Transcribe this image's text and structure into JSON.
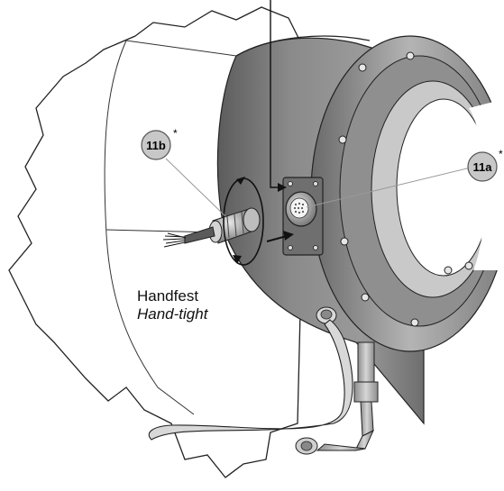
{
  "callouts": {
    "left": {
      "label": "11b",
      "marker": "*"
    },
    "right": {
      "label": "11a",
      "marker": "*"
    }
  },
  "annotation": {
    "line1": "Handfest",
    "line2": "Hand-tight"
  }
}
